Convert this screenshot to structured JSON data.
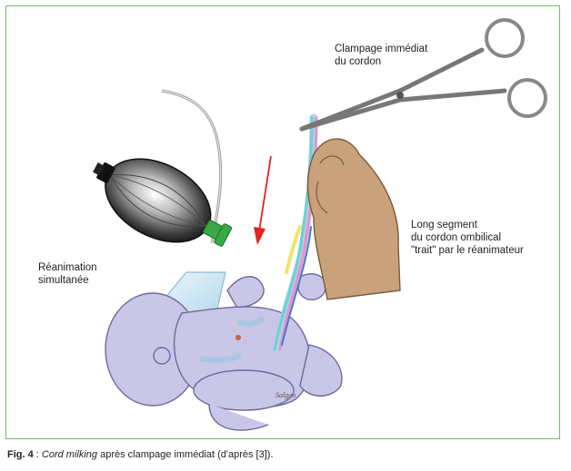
{
  "labels": {
    "clamp": [
      "Clampage immédiat",
      "du cordon"
    ],
    "resuscitation": [
      "Réanimation",
      "simultanée"
    ],
    "segment": [
      "Long segment",
      "du cordon ombilical",
      "\"trait\" par le réanimateur"
    ]
  },
  "signature": "Salgon",
  "caption": {
    "fig": "Fig. 4",
    "sep": " : ",
    "italic": "Cord milking",
    "rest": " après clampage immédiat (d'après [3])."
  },
  "colors": {
    "frame": "#6fbf6a",
    "arrow": "#e0231c",
    "baby": "#c9c6e8",
    "skin_hand": "#c9a27c",
    "valve": "#3aa843"
  }
}
